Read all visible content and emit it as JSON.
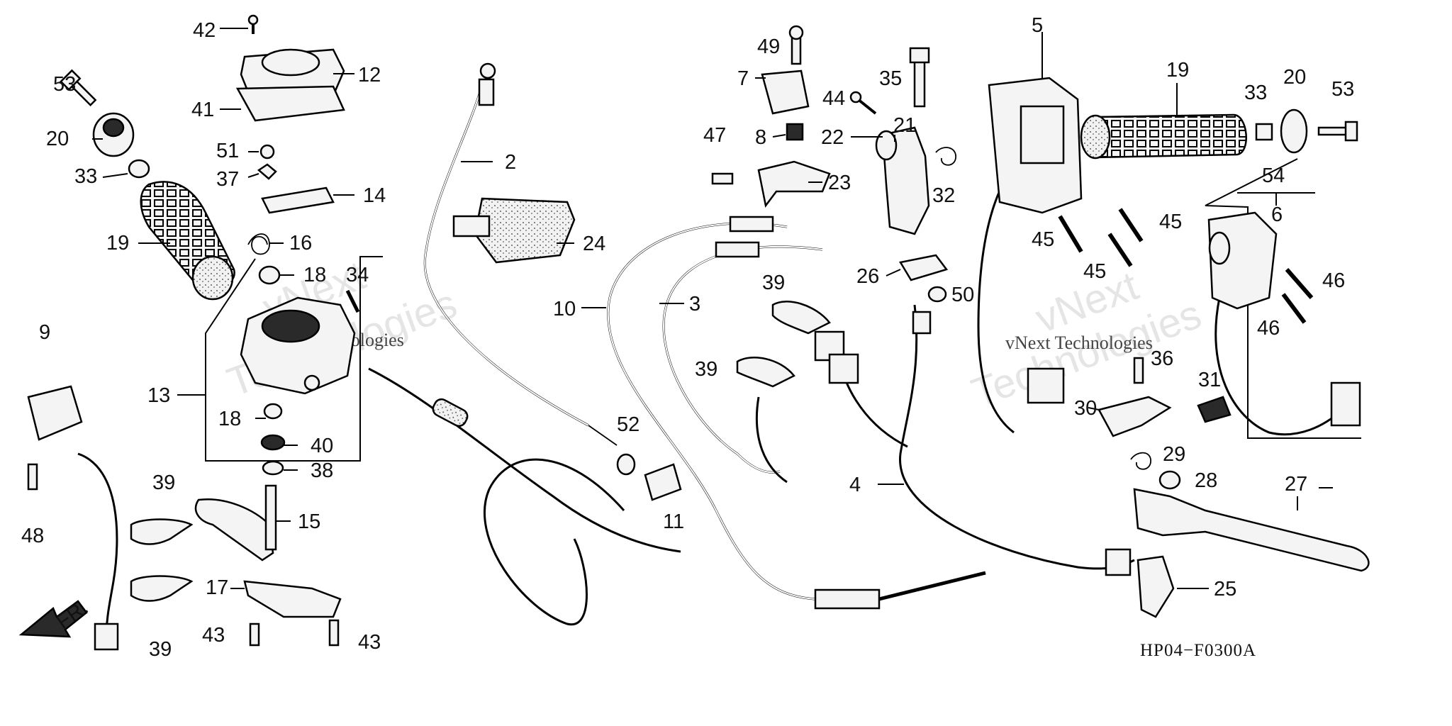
{
  "diagram": {
    "drawing_code": "HP04−F0300A",
    "direction_label": "FR.",
    "watermark": {
      "line1": "vNext",
      "line2": "Technologies",
      "caption": "vNext Technologies"
    },
    "callouts": {
      "c2": "2",
      "c3": "3",
      "c4": "4",
      "c5": "5",
      "c6": "6",
      "c7": "7",
      "c8": "8",
      "c9": "9",
      "c10": "10",
      "c11": "11",
      "c12": "12",
      "c13": "13",
      "c14": "14",
      "c15": "15",
      "c16": "16",
      "c17": "17",
      "c18a": "18",
      "c18b": "18",
      "c19a": "19",
      "c19b": "19",
      "c20a": "20",
      "c20b": "20",
      "c21": "21",
      "c22": "22",
      "c23": "23",
      "c24": "24",
      "c25": "25",
      "c26": "26",
      "c27": "27",
      "c28": "28",
      "c29": "29",
      "c30": "30",
      "c31": "31",
      "c32": "32",
      "c33a": "33",
      "c33b": "33",
      "c34": "34",
      "c35": "35",
      "c36": "36",
      "c37": "37",
      "c38": "38",
      "c39a": "39",
      "c39b": "39",
      "c39c": "39",
      "c39d": "39",
      "c40": "40",
      "c41": "41",
      "c42": "42",
      "c43a": "43",
      "c43b": "43",
      "c44": "44",
      "c45a": "45",
      "c45b": "45",
      "c45c": "45",
      "c46a": "46",
      "c46b": "46",
      "c47": "47",
      "c48": "48",
      "c49": "49",
      "c50": "50",
      "c51": "51",
      "c52": "52",
      "c53a": "53",
      "c53b": "53",
      "c54": "54"
    }
  }
}
